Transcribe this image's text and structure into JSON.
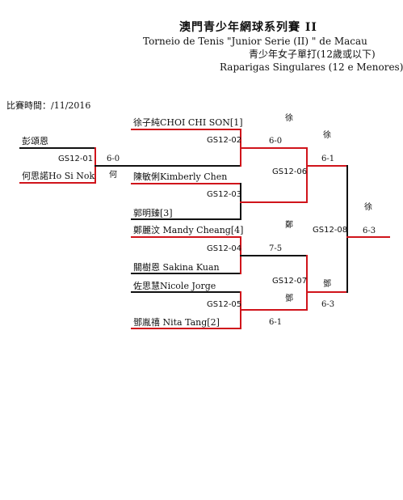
{
  "header": {
    "title": "澳門青少年網球系列賽 II",
    "subtitle_pt": "Torneio de Tenis \"Junior Serie (II) \" de Macau",
    "event_zh": "青少年女子單打(12歲或以下)",
    "event_pt": "Raparigas Singulares (12 e Menores)"
  },
  "date_label": "比賽時間：/11/2016",
  "players": {
    "p1": "彭頌恩",
    "p2": "何思諾Ho Si Nok",
    "p3": "徐子純CHOI CHI SON[1]",
    "p4": "陳敏俐Kimberly Chen",
    "p5": "郭明臻[3]",
    "p6": "鄭麗汶 Mandy Cheang[4]",
    "p7": "關樹恩 Sakina Kuan",
    "p8": "佐思慧Nicole Jorge",
    "p9": "鄧胤禧 Nita Tang[2]"
  },
  "matches": {
    "m01": {
      "code": "GS12-01",
      "winner": "何",
      "score": "6-0"
    },
    "m02": {
      "code": "GS12-02",
      "score": "6-0"
    },
    "m03": {
      "code": "GS12-03"
    },
    "m04": {
      "code": "GS12-04",
      "score": "7-5"
    },
    "m05": {
      "code": "GS12-05",
      "score": "6-1"
    },
    "m06": {
      "code": "GS12-06",
      "winner": "徐",
      "score": "6-1"
    },
    "m07": {
      "code": "GS12-07",
      "winner": "鄧"
    },
    "m08": {
      "code": "GS12-08",
      "winner": "徐",
      "score": "6-3"
    }
  },
  "advance": {
    "m02_winner": "徐",
    "m04_winner": "鄭",
    "m05_winner": "鄧",
    "m07_score": "6-3"
  }
}
